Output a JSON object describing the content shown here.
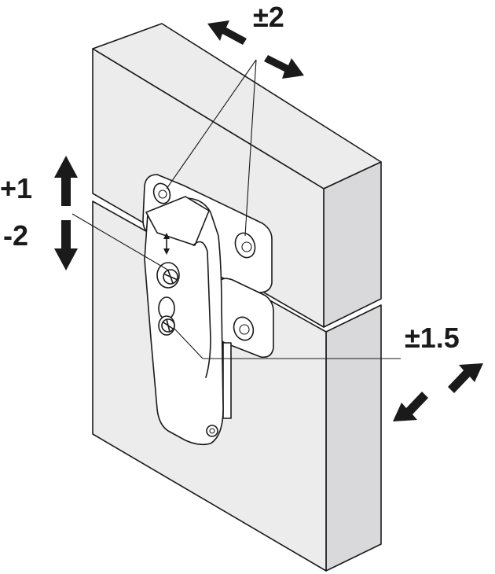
{
  "labels": {
    "lateral": "±2",
    "height_up": "+1",
    "height_down": "-2",
    "depth": "±1.5"
  },
  "colors": {
    "ink": "#1a1a1a",
    "panel_face": "#ececed",
    "panel_side": "#d9d9db",
    "hinge": "#ffffff"
  }
}
